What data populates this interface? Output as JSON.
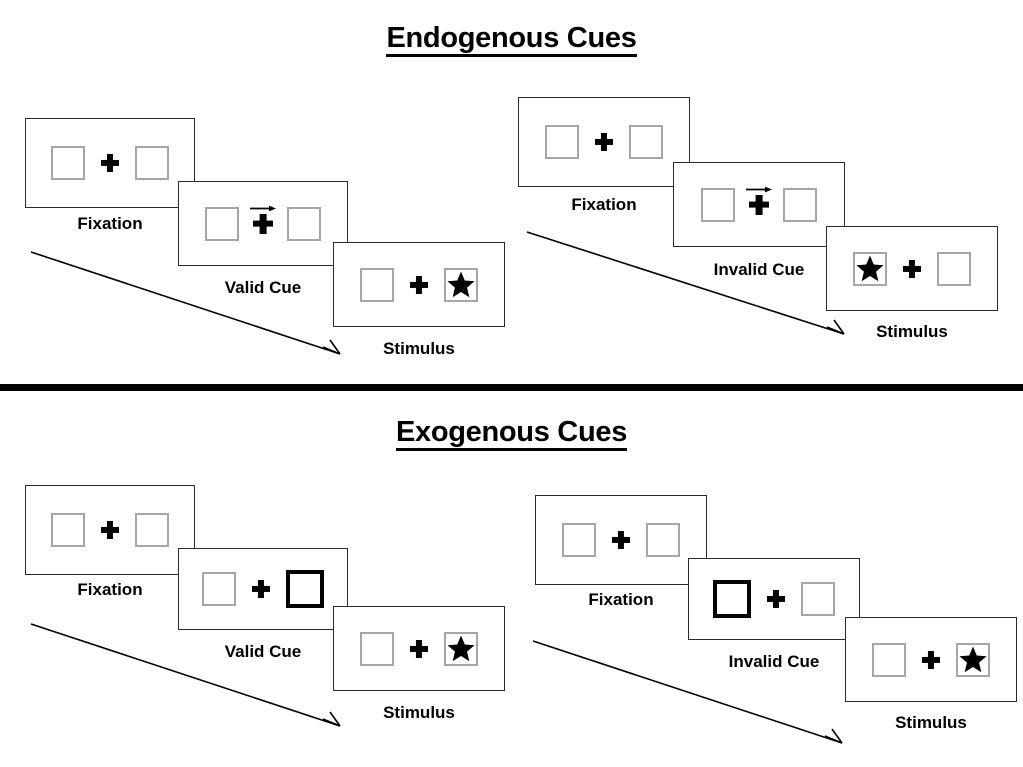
{
  "figure": {
    "title_top": "Endogenous Cues",
    "title_bottom": "Exogenous Cues",
    "background_color": "#ffffff",
    "line_color": "#2b2b2b",
    "box_color": "#a6a6a6",
    "highlight_color": "#000000"
  },
  "sections": [
    {
      "id": "endogenous",
      "title": "Endogenous Cues",
      "cue_type": "arrow",
      "sequences": [
        {
          "id": "endogenous-valid",
          "validity": "Valid Cue",
          "stages": [
            {
              "label": "Fixation",
              "left_box": "empty",
              "right_box": "empty",
              "cue": "none",
              "arrow_direction": ""
            },
            {
              "label": "Valid Cue",
              "left_box": "empty",
              "right_box": "empty",
              "cue": "arrow-right",
              "arrow_direction": "right"
            },
            {
              "label": "Stimulus",
              "left_box": "empty",
              "right_box": "star",
              "cue": "none",
              "arrow_direction": ""
            }
          ]
        },
        {
          "id": "endogenous-invalid",
          "validity": "Invalid Cue",
          "stages": [
            {
              "label": "Fixation",
              "left_box": "empty",
              "right_box": "empty",
              "cue": "none",
              "arrow_direction": ""
            },
            {
              "label": "Invalid Cue",
              "left_box": "empty",
              "right_box": "empty",
              "cue": "arrow-right",
              "arrow_direction": "right"
            },
            {
              "label": "Stimulus",
              "left_box": "star",
              "right_box": "empty",
              "cue": "none",
              "arrow_direction": ""
            }
          ]
        }
      ]
    },
    {
      "id": "exogenous",
      "title": "Exogenous Cues",
      "cue_type": "box-highlight",
      "sequences": [
        {
          "id": "exogenous-valid",
          "validity": "Valid Cue",
          "stages": [
            {
              "label": "Fixation",
              "left_box": "empty",
              "right_box": "empty",
              "cue": "none"
            },
            {
              "label": "Valid Cue",
              "left_box": "empty",
              "right_box": "highlight",
              "cue": "highlight-right"
            },
            {
              "label": "Stimulus",
              "left_box": "empty",
              "right_box": "star",
              "cue": "none"
            }
          ]
        },
        {
          "id": "exogenous-invalid",
          "validity": "Invalid Cue",
          "stages": [
            {
              "label": "Fixation",
              "left_box": "empty",
              "right_box": "empty",
              "cue": "none"
            },
            {
              "label": "Invalid Cue",
              "left_box": "highlight",
              "right_box": "empty",
              "cue": "highlight-left"
            },
            {
              "label": "Stimulus",
              "left_box": "empty",
              "right_box": "star",
              "cue": "none"
            }
          ]
        }
      ]
    }
  ],
  "labels": {
    "fixation": "Fixation",
    "valid_cue": "Valid Cue",
    "invalid_cue": "Invalid Cue",
    "stimulus": "Stimulus"
  },
  "icons": {
    "fixation_cross": "fixation-cross-icon",
    "cue_arrow": "arrow-right-icon",
    "target_star": "star-icon",
    "time_arrow": "time-arrow-icon"
  }
}
